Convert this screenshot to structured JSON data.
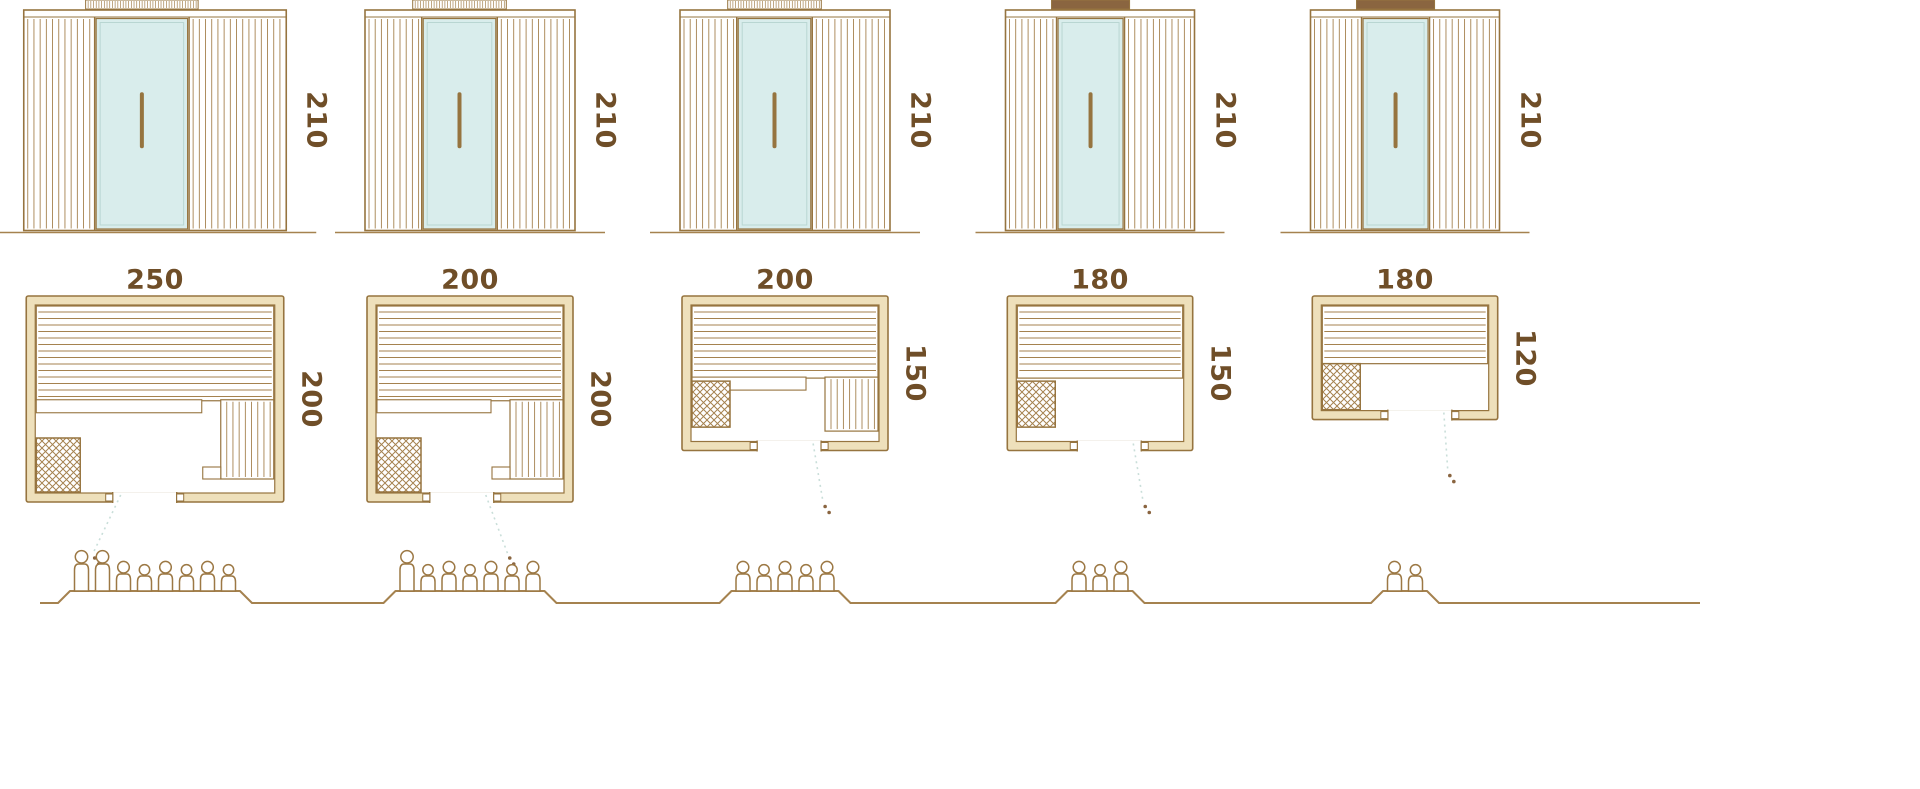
{
  "palette": {
    "wood_line": "#a5824f",
    "frame": "#96743f",
    "dim_text": "#6f4e28",
    "glass_fill": "#d9edec",
    "glass_inner": "#b9d6d2",
    "wall_fill": "#eee0bb",
    "swing_line": "#c9ded9",
    "transom_solid": "#8a6540",
    "figure_line": "#9c7844",
    "background": "#ffffff"
  },
  "icons": {
    "person": "person-icon (outline head + body figure)",
    "heater": "heater-icon (cross-hatched square in plan)",
    "door_swing": "door-swing-icon (dotted line with double-dot mark)"
  },
  "variants": [
    {
      "name": "sauna-250x200",
      "width_label": "250",
      "depth_label": "200",
      "height_label": "210",
      "width_cm": 250,
      "depth_cm": 200,
      "height_cm": 210,
      "capacity": 8,
      "standing_figures": 2,
      "transom": "hatched",
      "door_center": 0.46,
      "swing_dx": -28,
      "bench_depth_cm": 92,
      "right_bench": "long"
    },
    {
      "name": "sauna-200x200",
      "width_label": "200",
      "depth_label": "200",
      "height_label": "210",
      "width_cm": 200,
      "depth_cm": 200,
      "height_cm": 210,
      "capacity": 7,
      "standing_figures": 1,
      "transom": "hatched",
      "door_center": 0.46,
      "swing_dx": 22,
      "bench_depth_cm": 92,
      "right_bench": "long"
    },
    {
      "name": "sauna-200x150",
      "width_label": "200",
      "depth_label": "150",
      "height_label": "210",
      "width_cm": 200,
      "depth_cm": 150,
      "height_cm": 210,
      "capacity": 5,
      "standing_figures": 0,
      "transom": "hatched",
      "door_center": 0.52,
      "swing_dx": 10,
      "bench_depth_cm": 70,
      "right_bench": "short"
    },
    {
      "name": "sauna-180x150",
      "width_label": "180",
      "depth_label": "150",
      "height_label": "210",
      "width_cm": 180,
      "depth_cm": 150,
      "height_cm": 210,
      "capacity": 3,
      "standing_figures": 0,
      "transom": "solid",
      "door_center": 0.55,
      "swing_dx": 10,
      "bench_depth_cm": 70,
      "right_bench": "none"
    },
    {
      "name": "sauna-180x120",
      "width_label": "180",
      "depth_label": "120",
      "height_label": "210",
      "width_cm": 180,
      "depth_cm": 120,
      "height_cm": 210,
      "capacity": 2,
      "standing_figures": 0,
      "transom": "solid",
      "door_center": 0.58,
      "swing_dx": 4,
      "bench_depth_cm": 56,
      "right_bench": "none"
    }
  ]
}
